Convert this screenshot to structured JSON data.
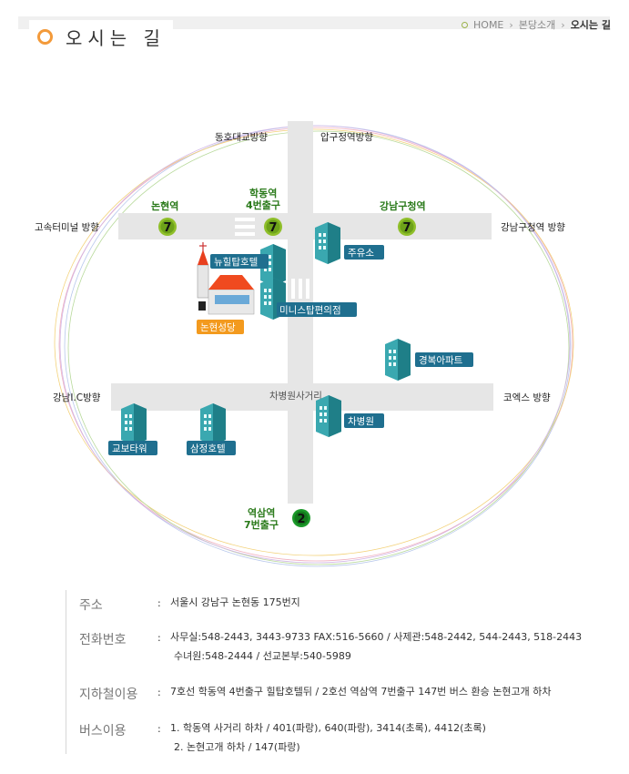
{
  "page": {
    "title": "오시는 길",
    "breadcrumb": [
      "HOME",
      "본당소개",
      "오시는 길"
    ]
  },
  "map": {
    "directions": {
      "top_left": "동호대교방향",
      "top_right": "압구정역방향",
      "left_top": "고속터미널 방향",
      "right_top": "강남구청역 방향",
      "left_mid": "강남I.C방향",
      "right_mid": "코엑스 방향",
      "road_mid": "차병원사거리"
    },
    "stations": [
      {
        "name": "논현역",
        "line": "7"
      },
      {
        "name": "학동역\n4번출구",
        "line": "7"
      },
      {
        "name": "강남구청역",
        "line": "7"
      },
      {
        "name": "역삼역\n7번출구",
        "line": "2"
      }
    ],
    "places": {
      "newhilltop": "뉴힐탑호텔",
      "juyuso": "주유소",
      "ministop": "미니스탑편의점",
      "church": "논현성당",
      "gyeongbok": "경복아파트",
      "chabyeongwon": "차병원",
      "kyobo": "교보타워",
      "samjeong": "삼정호텔"
    },
    "colors": {
      "road": "#e6e6e6",
      "label_blue": "#1f6f8f",
      "label_orange": "#f39a1e",
      "line7": "#8fbf2a",
      "line2": "#1c9a2a"
    }
  },
  "info": {
    "address_key": "주소",
    "address_val": "서울시 강남구 논현동 175번지",
    "phone_key": "전화번호",
    "phone_val_1": "사무실:548-2443, 3443-9733  FAX:516-5660  /  사제관:548-2442, 544-2443, 518-2443",
    "phone_val_2": "수녀원:548-2444  /  선교본부:540-5989",
    "subway_key": "지하철이용",
    "subway_val": "7호선 학동역 4번출구 힐탑호텔뒤  /  2호선 역삼역 7번출구 147번 버스 환승 논현고개 하차",
    "bus_key": "버스이용",
    "bus_val_1": "1. 학동역 사거리 하차  /  401(파랑), 640(파랑), 3414(초록), 4412(초록)",
    "bus_val_2": "2. 논현고개 하차  /  147(파랑)"
  }
}
